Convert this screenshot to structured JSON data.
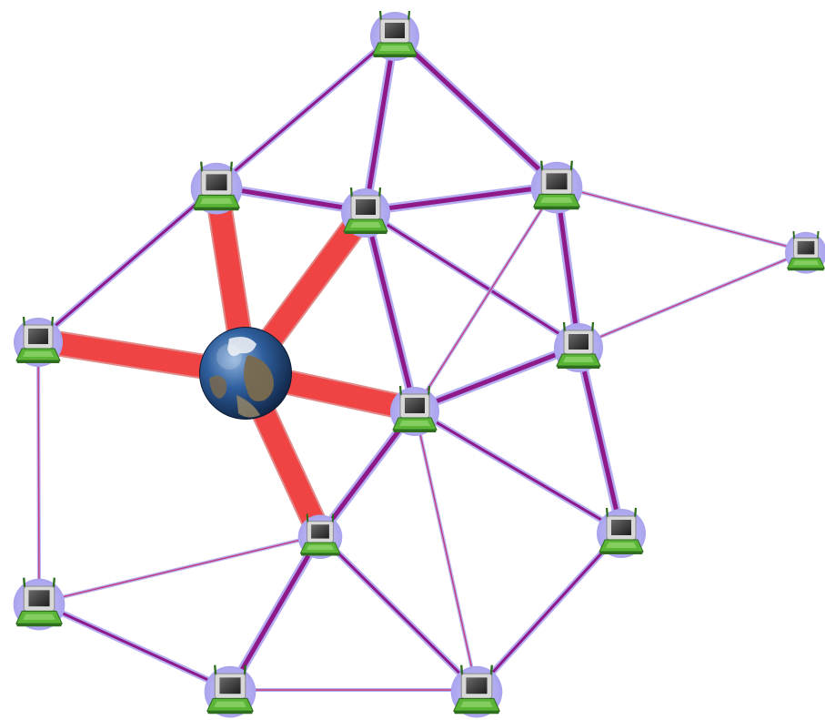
{
  "colors": {
    "background": "#ffffff",
    "internet_link": "#f04444",
    "internet_link_dark": "#c92a2a",
    "mesh_link_strong": "#8e1a8a",
    "mesh_link_halo": "#a9a0f0",
    "mesh_link_thin": "#c43a7a",
    "node_halo": "#b8b4f0",
    "laptop_screen": "#3c3c3c",
    "laptop_frame": "#d8d8d8",
    "laptop_keyboard": "#5ab436",
    "globe_ocean": "#2f5f9e",
    "globe_land": "#7a6a4e"
  },
  "icons": {
    "node": "laptop-wifi-icon",
    "gateway": "globe-icon"
  },
  "nodes": [
    {
      "id": "n1"
    },
    {
      "id": "n2"
    },
    {
      "id": "n3"
    },
    {
      "id": "n4"
    },
    {
      "id": "n5"
    },
    {
      "id": "n6"
    },
    {
      "id": "n7"
    },
    {
      "id": "n8"
    },
    {
      "id": "n9"
    },
    {
      "id": "n10"
    },
    {
      "id": "n11"
    },
    {
      "id": "n12"
    },
    {
      "id": "n13"
    },
    {
      "id": "n14"
    }
  ],
  "internet_links": [
    {
      "to": "n2",
      "strength": "strong"
    },
    {
      "to": "n3",
      "strength": "strong"
    },
    {
      "to": "n6",
      "strength": "strong"
    },
    {
      "to": "n9",
      "strength": "strong"
    },
    {
      "to": "n11",
      "strength": "strong"
    }
  ],
  "mesh_links": [
    {
      "from": "n1",
      "to": "n2",
      "strength": "medium"
    },
    {
      "from": "n1",
      "to": "n3",
      "strength": "strong"
    },
    {
      "from": "n1",
      "to": "n4",
      "strength": "strong"
    },
    {
      "from": "n2",
      "to": "n3",
      "strength": "strong"
    },
    {
      "from": "n2",
      "to": "n6",
      "strength": "medium"
    },
    {
      "from": "n3",
      "to": "n4",
      "strength": "strong"
    },
    {
      "from": "n3",
      "to": "n8",
      "strength": "medium"
    },
    {
      "from": "n3",
      "to": "n9",
      "strength": "strong"
    },
    {
      "from": "n4",
      "to": "n5",
      "strength": "thin"
    },
    {
      "from": "n4",
      "to": "n8",
      "strength": "strong"
    },
    {
      "from": "n4",
      "to": "n9",
      "strength": "thin"
    },
    {
      "from": "n5",
      "to": "n8",
      "strength": "thin"
    },
    {
      "from": "n6",
      "to": "n7",
      "strength": "thin"
    },
    {
      "from": "n7",
      "to": "n11",
      "strength": "thin"
    },
    {
      "from": "n7",
      "to": "n12",
      "strength": "medium"
    },
    {
      "from": "n8",
      "to": "n9",
      "strength": "strong"
    },
    {
      "from": "n8",
      "to": "n10",
      "strength": "strong"
    },
    {
      "from": "n9",
      "to": "n10",
      "strength": "medium"
    },
    {
      "from": "n9",
      "to": "n11",
      "strength": "strong"
    },
    {
      "from": "n9",
      "to": "n13",
      "strength": "thin"
    },
    {
      "from": "n10",
      "to": "n13",
      "strength": "medium"
    },
    {
      "from": "n11",
      "to": "n12",
      "strength": "strong"
    },
    {
      "from": "n11",
      "to": "n13",
      "strength": "medium"
    },
    {
      "from": "n12",
      "to": "n13",
      "strength": "thin"
    }
  ]
}
